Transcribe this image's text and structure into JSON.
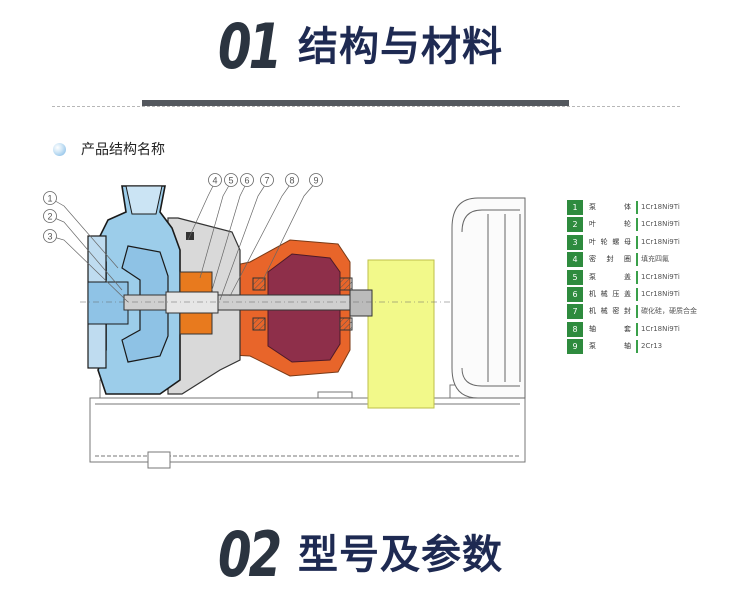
{
  "section1": {
    "number": "01",
    "title": "结构与材料"
  },
  "subheading": {
    "text": "产品结构名称"
  },
  "callouts": [
    "1",
    "2",
    "3",
    "4",
    "5",
    "6",
    "7",
    "8",
    "9"
  ],
  "legend": [
    {
      "no": "1",
      "name": "泵体",
      "material": "1Cr18Ni9Ti"
    },
    {
      "no": "2",
      "name": "叶轮",
      "material": "1Cr18Ni9Ti"
    },
    {
      "no": "3",
      "name": "叶轮螺母",
      "material": "1Cr18Ni9Ti"
    },
    {
      "no": "4",
      "name": "密封圈",
      "material": "填充四氟"
    },
    {
      "no": "5",
      "name": "泵盖",
      "material": "1Cr18Ni9Ti"
    },
    {
      "no": "6",
      "name": "机械压盖",
      "material": "1Cr18Ni9Ti"
    },
    {
      "no": "7",
      "name": "机械密封",
      "material": "碳化硅，硬质合金"
    },
    {
      "no": "8",
      "name": "轴套",
      "material": "1Cr18Ni9Ti"
    },
    {
      "no": "9",
      "name": "泵轴",
      "material": "2Cr13"
    }
  ],
  "section2": {
    "number": "02",
    "title": "型号及参数"
  },
  "colors": {
    "heading": "#1e2a52",
    "number": "#2b3440",
    "legend_green": "#2e8b3e",
    "pump_blue": "#9ccdea",
    "bracket_orange": "#e8652a",
    "bearing_maroon": "#8e2f4a",
    "coupling_yellow": "#f2f98a",
    "packing_orange": "#e87a1e"
  }
}
